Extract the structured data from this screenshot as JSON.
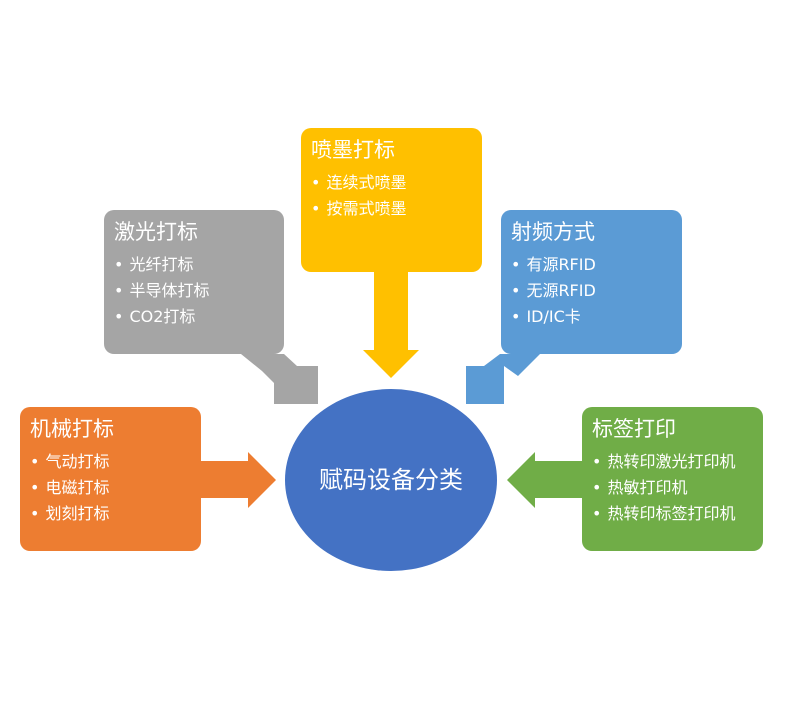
{
  "center": {
    "label": "赋码设备分类"
  },
  "nodes": {
    "laser": {
      "title": "激光打标",
      "items": [
        "光纤打标",
        "半导体打标",
        "CO2打标"
      ],
      "color": "#a5a5a5"
    },
    "inkjet": {
      "title": "喷墨打标",
      "items": [
        "连续式喷墨",
        "按需式喷墨"
      ],
      "color": "#ffc000"
    },
    "rfid": {
      "title": "射频方式",
      "items": [
        "有源RFID",
        "无源RFID",
        "ID/IC卡"
      ],
      "color": "#5b9bd5"
    },
    "mech": {
      "title": "机械打标",
      "items": [
        "气动打标",
        "电磁打标",
        "划刻打标"
      ],
      "color": "#ed7d31"
    },
    "label": {
      "title": "标签打印",
      "items": [
        "热转印激光打印机",
        "热敏打印机",
        "热转印标签打印机"
      ],
      "color": "#70ad47"
    }
  },
  "center_color": "#4472c4"
}
